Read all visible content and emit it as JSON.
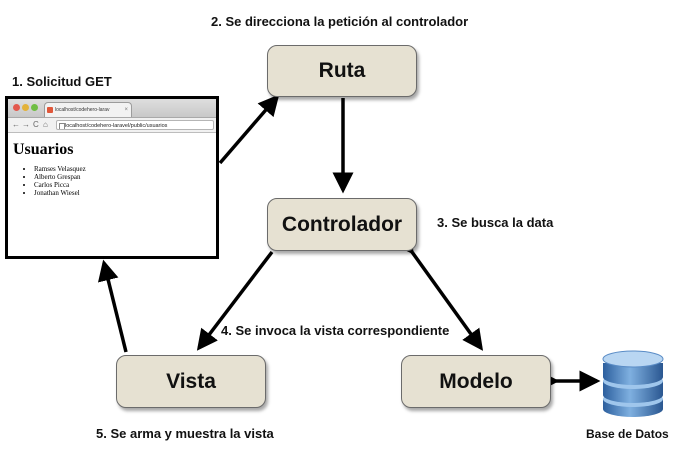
{
  "steps": {
    "step1": "1. Solicitud GET",
    "step2": "2. Se direcciona la petición al controlador",
    "step3": "3. Se busca la data",
    "step4": "4. Se invoca la vista correspondiente",
    "step5": "5. Se arma y muestra la vista"
  },
  "nodes": {
    "ruta": "Ruta",
    "controlador": "Controlador",
    "vista": "Vista",
    "modelo": "Modelo",
    "database": "Base de Datos"
  },
  "browser": {
    "tab_title": "localhost/codehero-larav",
    "url": "localhost/codehero-laravel/public/usuarios",
    "page_title": "Usuarios",
    "users": [
      "Ramses Velasquez",
      "Alberto Grespan",
      "Carlos Picca",
      "Jonathan Wiesel"
    ]
  },
  "colors": {
    "box_fill": "#e6e1d2",
    "box_border": "#6b6b6b",
    "db_blue": "#3f77b6"
  }
}
